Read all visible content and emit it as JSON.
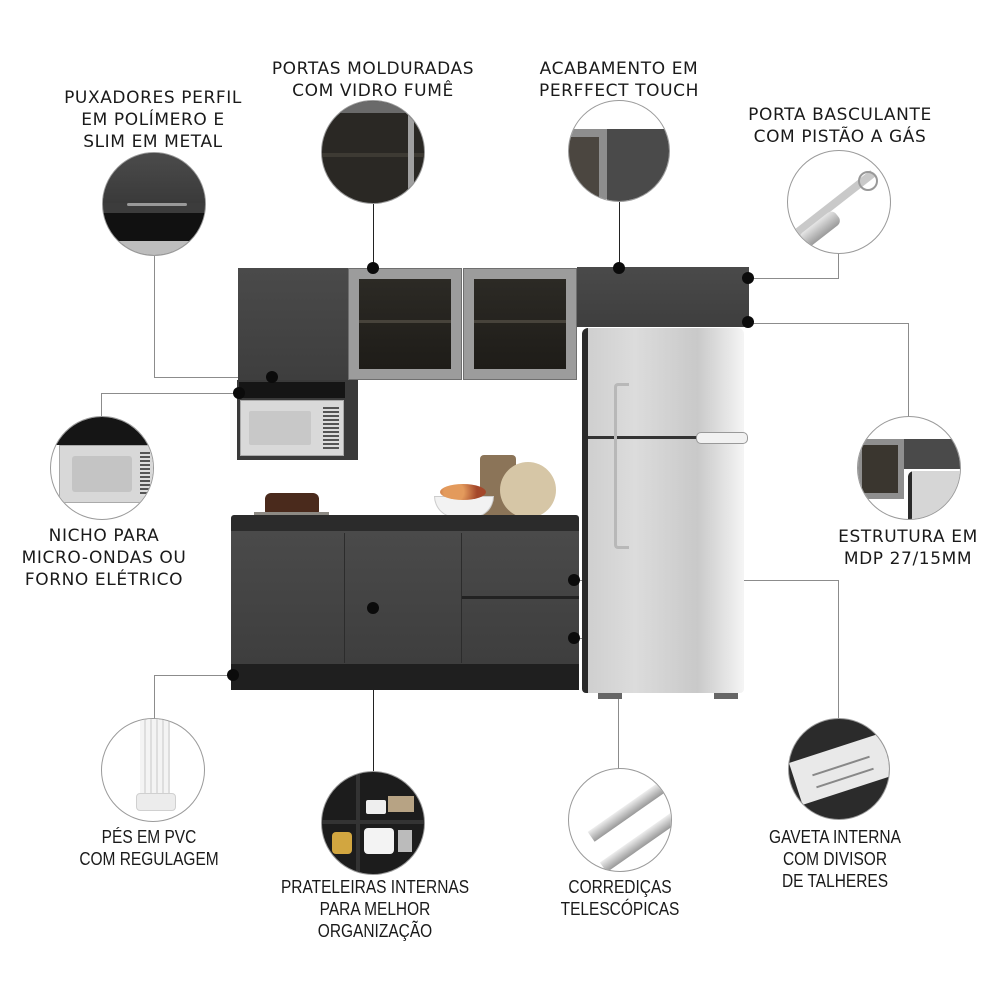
{
  "features": {
    "handles": {
      "label": "PUXADORES PERFIL\nEM POLÍMERO E\nSLIM EM METAL",
      "icon": "handle-detail-icon"
    },
    "framed_doors": {
      "label": "PORTAS MOLDURADAS\nCOM VIDRO FUMÊ",
      "icon": "glass-door-detail-icon"
    },
    "finish": {
      "label": "ACABAMENTO EM\nPERFFECT TOUCH",
      "icon": "finish-detail-icon"
    },
    "flip_door": {
      "label": "PORTA BASCULANTE\nCOM PISTÃO A GÁS",
      "icon": "gas-piston-icon"
    },
    "microwave_niche": {
      "label": "NICHO PARA\nMICRO-ONDAS OU\nFORNO ELÉTRICO",
      "icon": "microwave-niche-icon"
    },
    "structure": {
      "label": "ESTRUTURA EM\nMDP 27/15MM",
      "icon": "structure-detail-icon"
    },
    "feet": {
      "label": "PÉS EM PVC\nCOM REGULAGEM",
      "icon": "pvc-foot-icon"
    },
    "shelves": {
      "label": "PRATELEIRAS INTERNAS\nPARA MELHOR\nORGANIZAÇÃO",
      "icon": "shelves-detail-icon"
    },
    "slides": {
      "label": "CORREDIÇAS\nTELESCÓPICAS",
      "icon": "telescopic-slide-icon"
    },
    "drawer": {
      "label": "GAVETA INTERNA\nCOM DIVISOR\nDE TALHERES",
      "icon": "cutlery-drawer-icon"
    }
  },
  "colors": {
    "cabinet": "#444444",
    "countertop": "#2b2b2b",
    "glass": "#24221d",
    "frame": "#9c9c9c",
    "fridge": "#d4d4d4",
    "leader_line": "#8c8c8c",
    "dot": "#0b0b0b"
  }
}
